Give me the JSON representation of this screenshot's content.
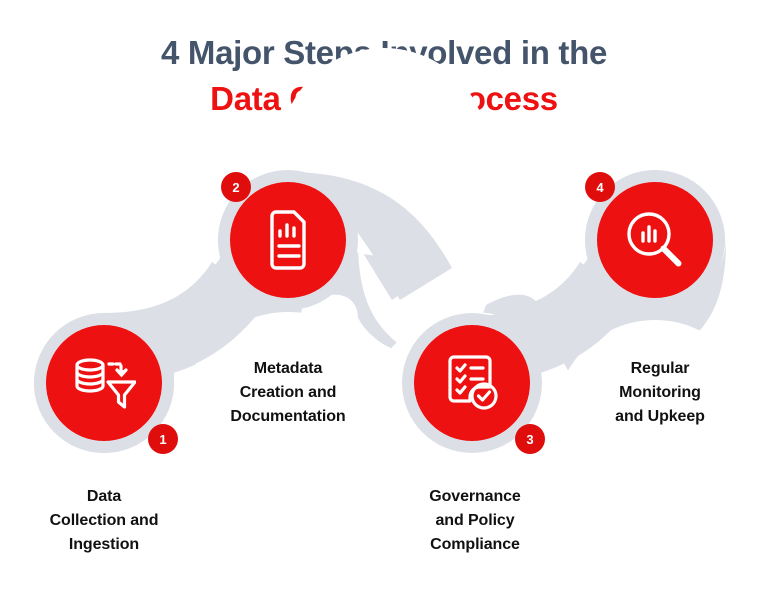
{
  "title": {
    "line1": "4 Major Steps Involved in the",
    "line2": "Data Curation Process",
    "line1_color": "#44546a",
    "line2_color": "#ee1111"
  },
  "colors": {
    "background": "#ffffff",
    "accent_red": "#ee1111",
    "ribbon_gray": "#dce0e6",
    "caption_text": "#111111",
    "badge_text": "#ffffff"
  },
  "steps": [
    {
      "number": "1",
      "icon": "database-funnel-icon",
      "label_lines": [
        "Data",
        "Collection and",
        "Ingestion"
      ],
      "label": "Data Collection and Ingestion"
    },
    {
      "number": "2",
      "icon": "document-bar-chart-icon",
      "label_lines": [
        "Metadata",
        "Creation and",
        "Documentation"
      ],
      "label": "Metadata Creation and Documentation"
    },
    {
      "number": "3",
      "icon": "checklist-check-circle-icon",
      "label_lines": [
        "Governance",
        "and Policy",
        "Compliance"
      ],
      "label": "Governance and Policy Compliance"
    },
    {
      "number": "4",
      "icon": "magnifier-bar-chart-icon",
      "label_lines": [
        "Regular",
        "Monitoring",
        "and Upkeep"
      ],
      "label": "Regular Monitoring and Upkeep"
    }
  ]
}
